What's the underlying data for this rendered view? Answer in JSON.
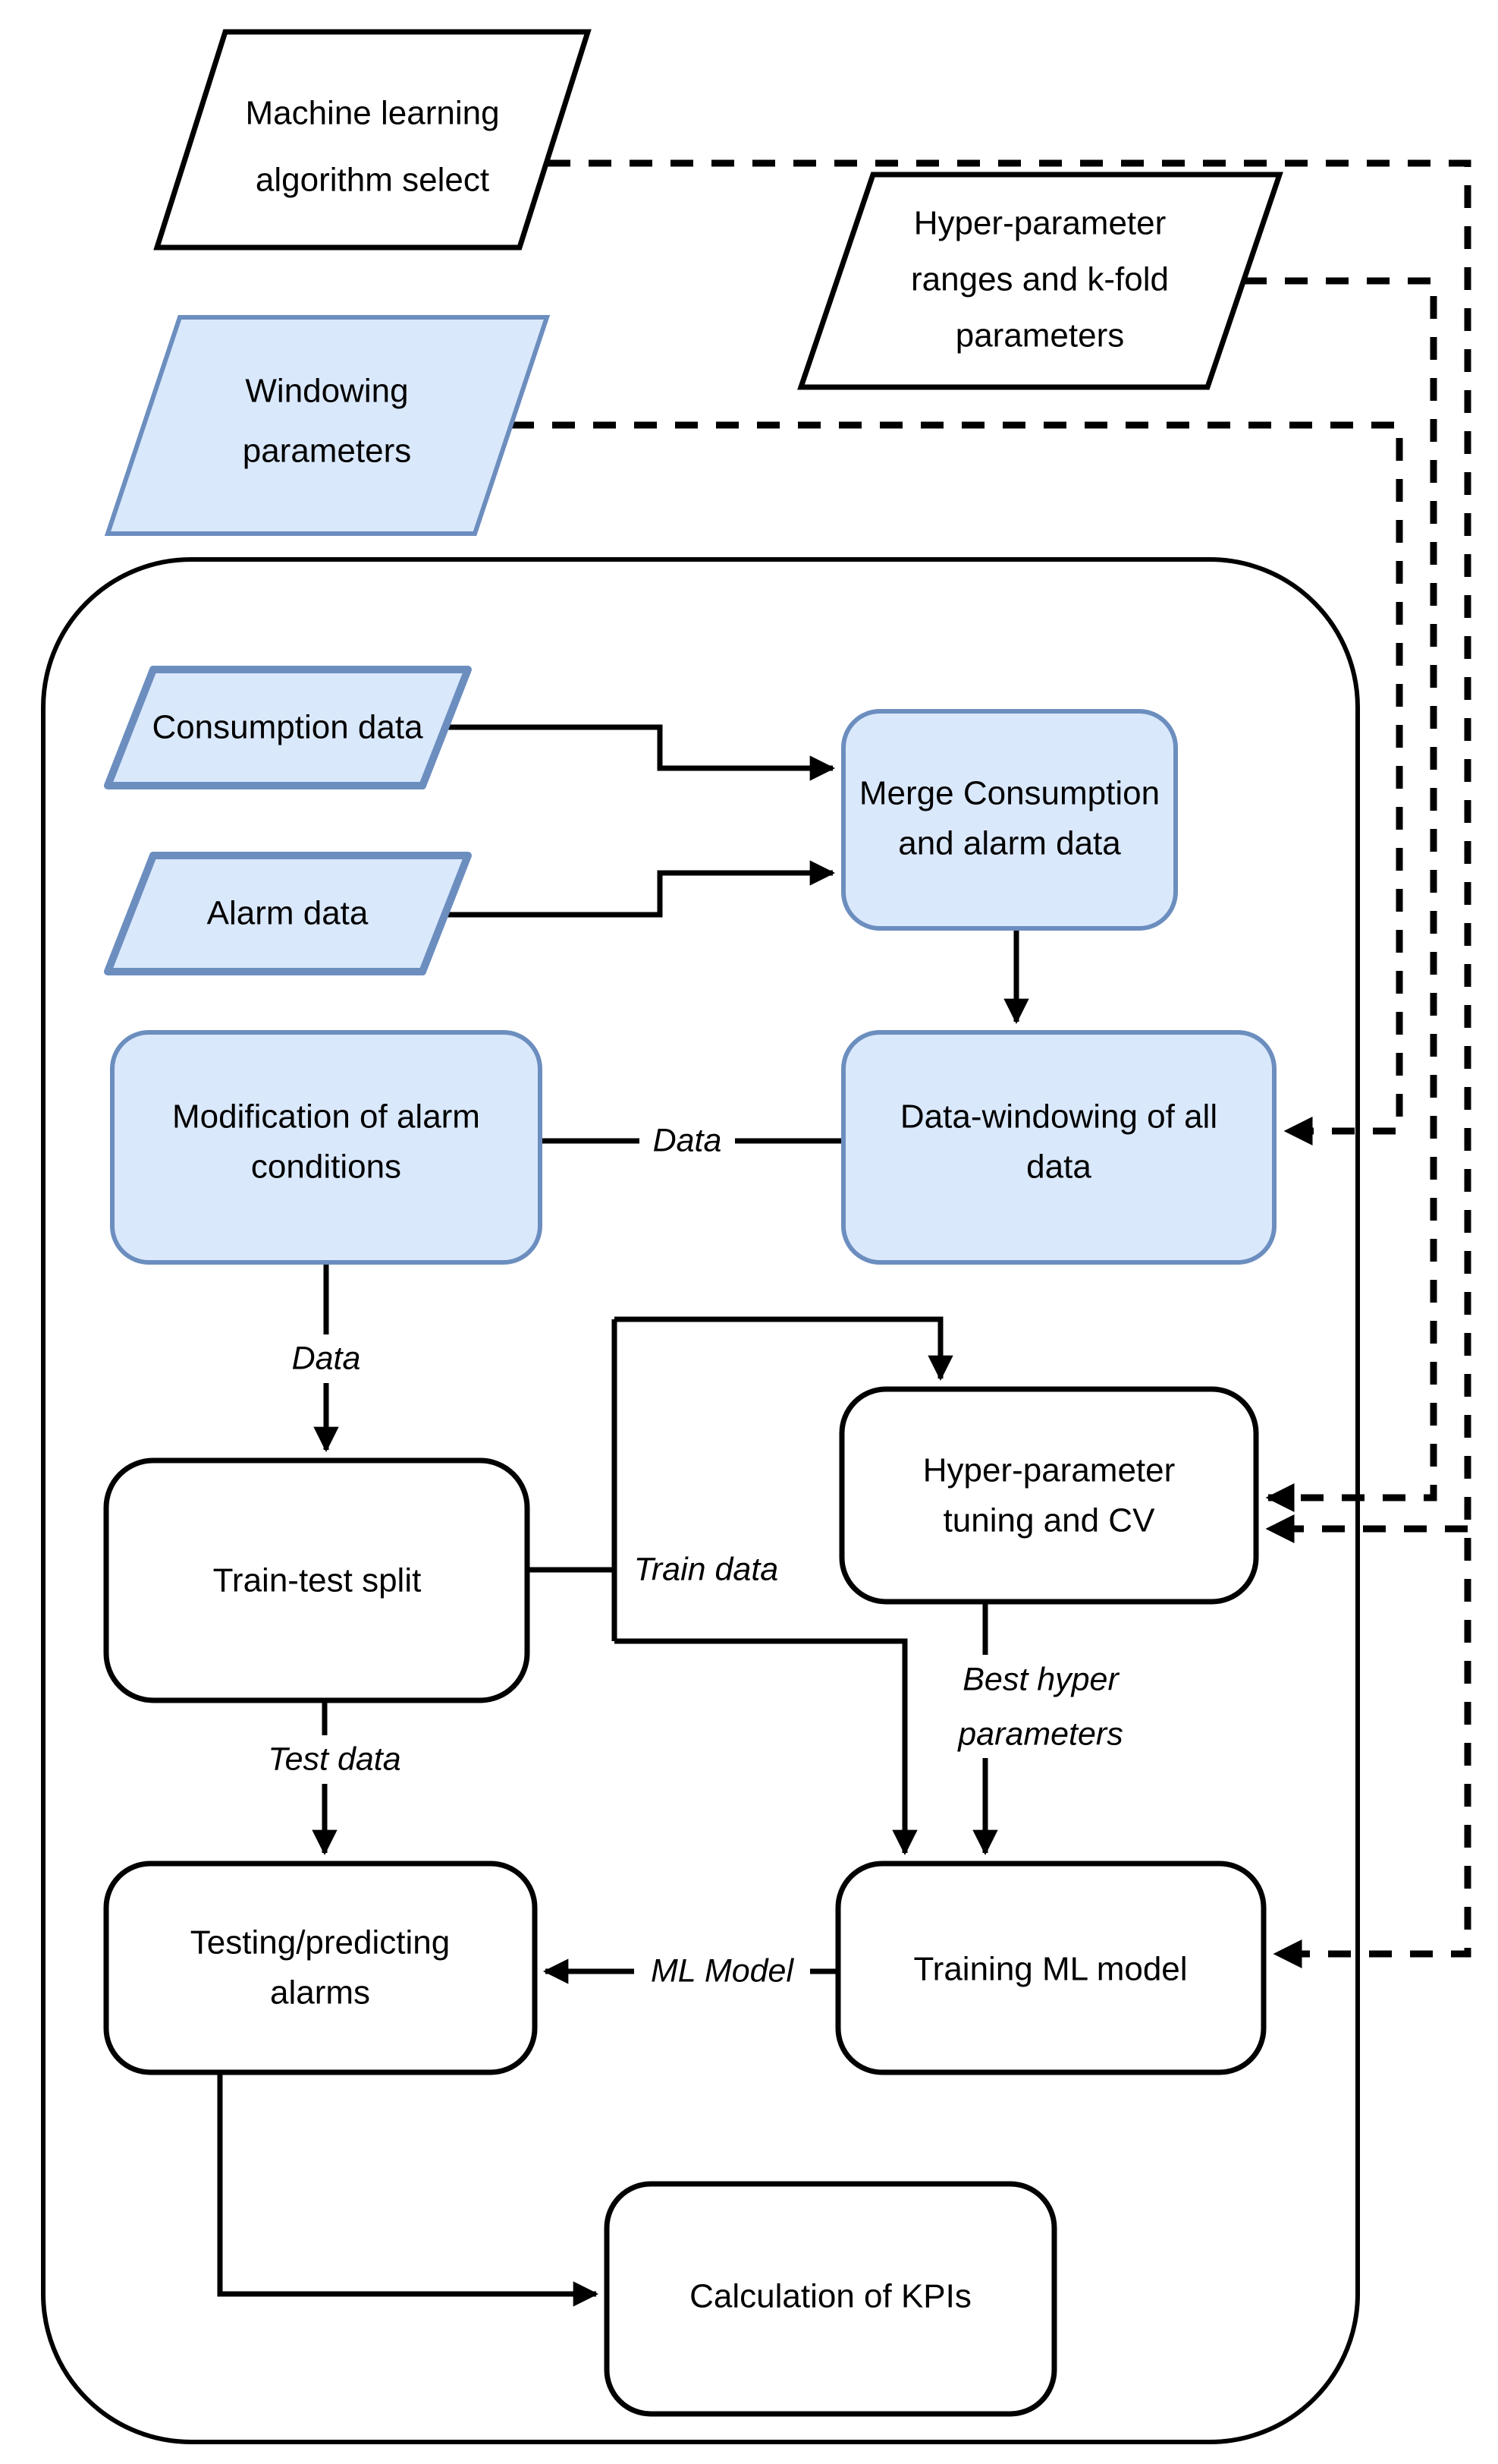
{
  "diagram": {
    "colors": {
      "node_blue_fill": "#dae8fc",
      "node_blue_stroke": "#6c8ebf",
      "line_black": "#000000",
      "background": "#ffffff"
    },
    "inputs": {
      "ml_select": {
        "line1": "Machine learning",
        "line2": "algorithm select"
      },
      "hp_ranges": {
        "line1": "Hyper-parameter",
        "line2": "ranges and k-fold",
        "line3": "parameters"
      },
      "windowing": {
        "line1": "Windowing",
        "line2": "parameters"
      },
      "consumption": {
        "label": "Consumption data"
      },
      "alarm": {
        "label": "Alarm data"
      }
    },
    "processes": {
      "merge": {
        "line1": "Merge Consumption",
        "line2": "and alarm data"
      },
      "modification": {
        "line1": "Modification of alarm",
        "line2": "conditions"
      },
      "data_windowing": {
        "line1": "Data-windowing of all",
        "line2": "data"
      },
      "train_test": {
        "label": "Train-test split"
      },
      "hp_tuning": {
        "line1": "Hyper-parameter",
        "line2": "tuning and CV"
      },
      "testing": {
        "line1": "Testing/predicting",
        "line2": "alarms"
      },
      "training": {
        "label": "Training ML model"
      },
      "kpi": {
        "label": "Calculation of KPIs"
      }
    },
    "edge_labels": {
      "data_horizontal": "Data",
      "data_vertical": "Data",
      "train_data": "Train data",
      "test_data": "Test data",
      "best_hyper_line1": "Best hyper",
      "best_hyper_line2": "parameters",
      "ml_model": "ML Model"
    }
  }
}
